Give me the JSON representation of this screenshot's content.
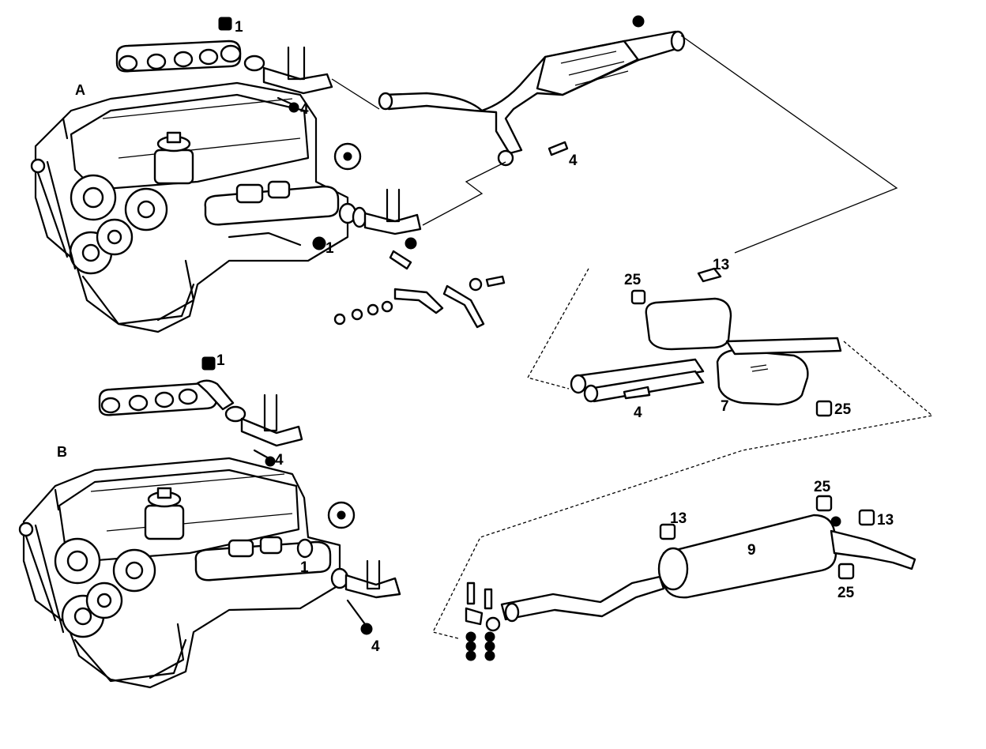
{
  "sections": {
    "a": "A",
    "b": "B"
  },
  "callouts": {
    "a_1_top": "1",
    "a_4_top": "4",
    "a_4_mid": "4",
    "a_1_bottom": "1",
    "m_13": "13",
    "m_25_left": "25",
    "m_4": "4",
    "m_7": "7",
    "m_25_right": "25",
    "b_1_top": "1",
    "b_4_top": "4",
    "b_1_bottom": "1",
    "b_4_bottom": "4",
    "r_25_top": "25",
    "r_13_left": "13",
    "r_13_right": "13",
    "r_9": "9",
    "r_25_bottom": "25"
  }
}
